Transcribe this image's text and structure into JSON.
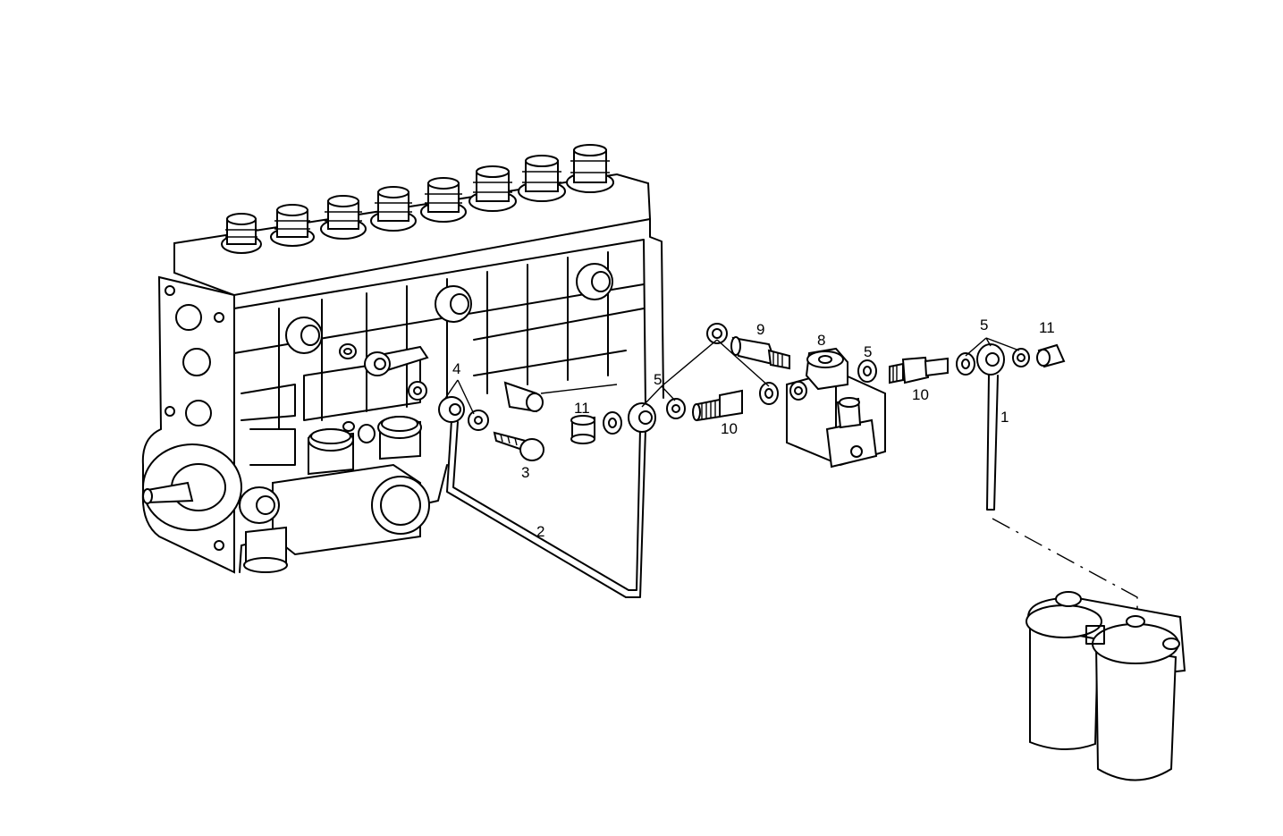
{
  "callouts": [
    {
      "id": "c1",
      "text": "1"
    },
    {
      "id": "c2",
      "text": "2"
    },
    {
      "id": "c3",
      "text": "3"
    },
    {
      "id": "c4",
      "text": "4"
    },
    {
      "id": "c5a",
      "text": "5"
    },
    {
      "id": "c5b",
      "text": "5"
    },
    {
      "id": "c5c",
      "text": "5"
    },
    {
      "id": "c8",
      "text": "8"
    },
    {
      "id": "c9",
      "text": "9"
    },
    {
      "id": "c10a",
      "text": "10"
    },
    {
      "id": "c10b",
      "text": "10"
    },
    {
      "id": "c11a",
      "text": "11"
    },
    {
      "id": "c11b",
      "text": "11"
    }
  ],
  "colors": {
    "ink": "#000000",
    "paper": "#ffffff"
  }
}
